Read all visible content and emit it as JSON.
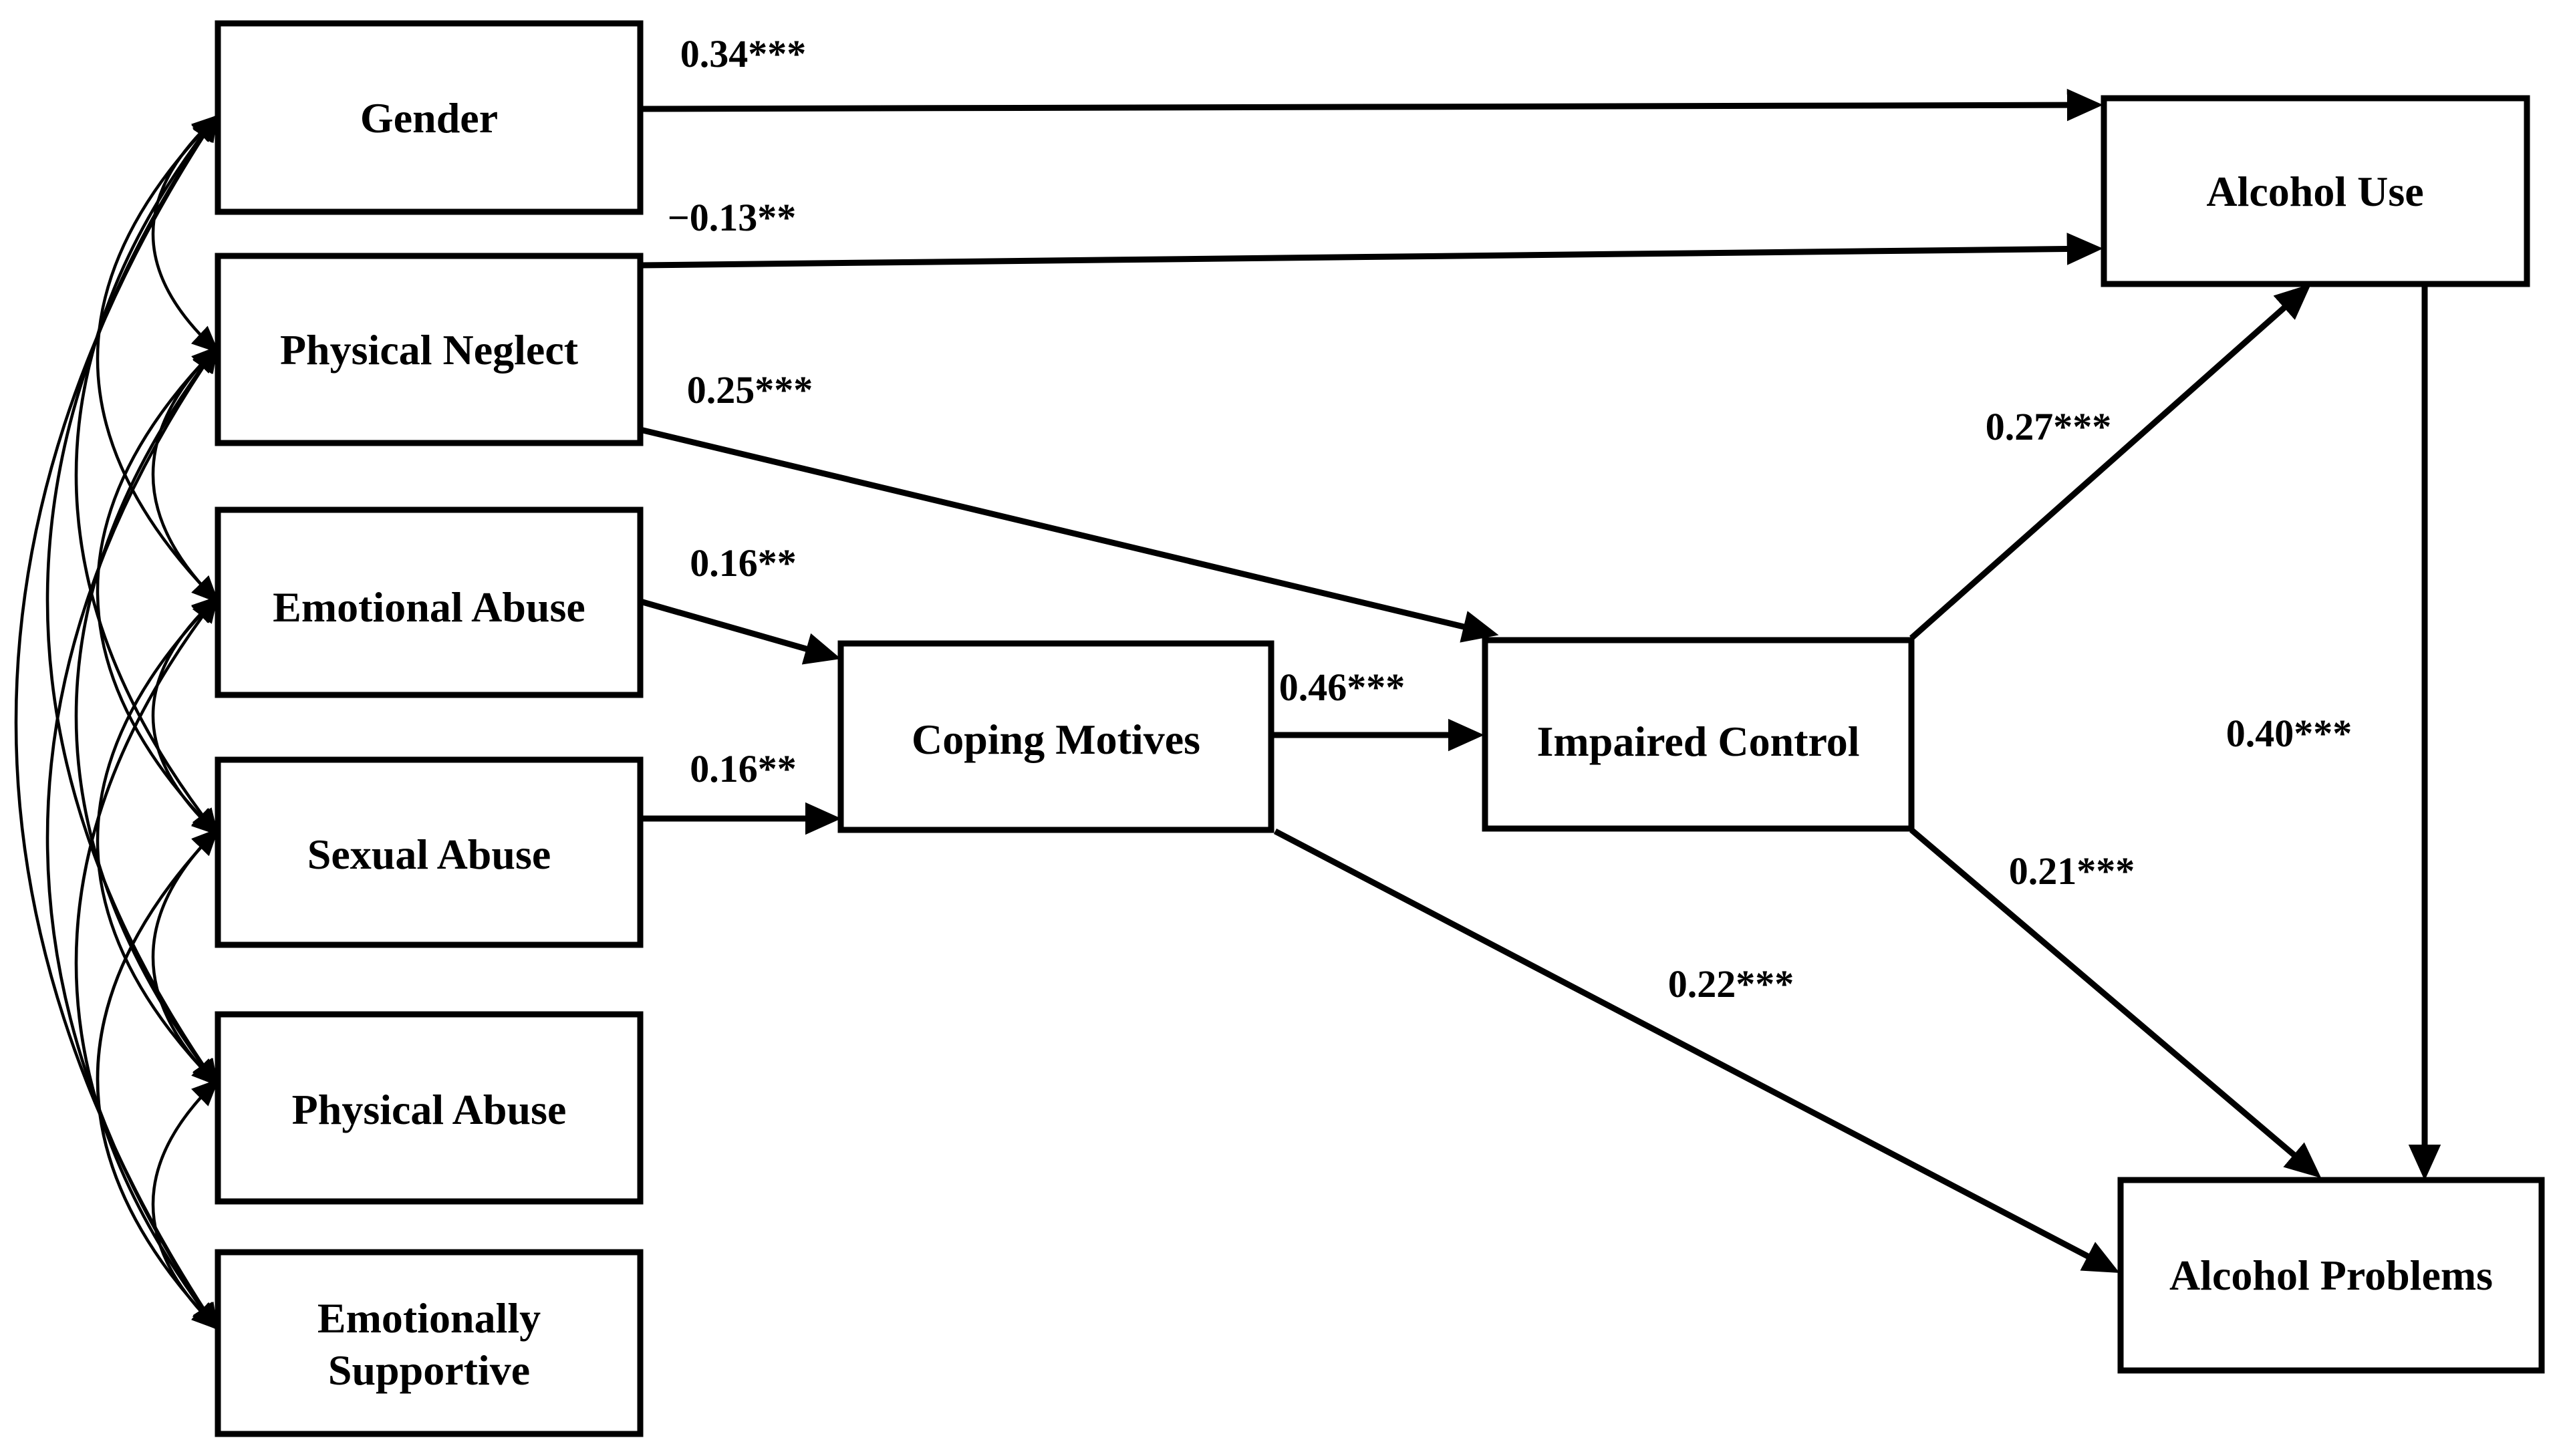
{
  "diagram": {
    "colors": {
      "ink": "#000000",
      "background": "#ffffff",
      "box_fill": "#ffffff"
    },
    "nodes": [
      {
        "id": "gender",
        "label": "Gender"
      },
      {
        "id": "physical-neglect",
        "label": "Physical Neglect"
      },
      {
        "id": "emotional-abuse",
        "label": "Emotional Abuse"
      },
      {
        "id": "sexual-abuse",
        "label": "Sexual Abuse"
      },
      {
        "id": "physical-abuse",
        "label": "Physical Abuse"
      },
      {
        "id": "emotionally-supportive",
        "label_lines": [
          "Emotionally",
          "Supportive"
        ]
      },
      {
        "id": "coping-motives",
        "label": "Coping Motives"
      },
      {
        "id": "impaired-control",
        "label": "Impaired Control"
      },
      {
        "id": "alcohol-use",
        "label": "Alcohol Use"
      },
      {
        "id": "alcohol-problems",
        "label": "Alcohol Problems"
      }
    ],
    "paths": [
      {
        "from": "Gender",
        "to": "Alcohol Use",
        "coef": "0.34***"
      },
      {
        "from": "Physical Neglect",
        "to": "Alcohol Use",
        "coef": "−0.13**"
      },
      {
        "from": "Physical Neglect",
        "to": "Impaired Control",
        "coef": "0.25***"
      },
      {
        "from": "Emotional Abuse",
        "to": "Coping Motives",
        "coef": "0.16**"
      },
      {
        "from": "Sexual Abuse",
        "to": "Coping Motives",
        "coef": "0.16**"
      },
      {
        "from": "Coping Motives",
        "to": "Impaired Control",
        "coef": "0.46***"
      },
      {
        "from": "Impaired Control",
        "to": "Alcohol Use",
        "coef": "0.27***"
      },
      {
        "from": "Alcohol Use",
        "to": "Alcohol Problems",
        "coef": "0.40***"
      },
      {
        "from": "Impaired Control",
        "to": "Alcohol Problems",
        "coef": "0.21***"
      },
      {
        "from": "Coping Motives",
        "to": "Alcohol Problems",
        "coef": "0.22***"
      }
    ],
    "correlations": {
      "style": "double-headed-arcs",
      "among": [
        "Gender",
        "Physical Neglect",
        "Emotional Abuse",
        "Sexual Abuse",
        "Physical Abuse",
        "Emotionally Supportive"
      ]
    }
  }
}
